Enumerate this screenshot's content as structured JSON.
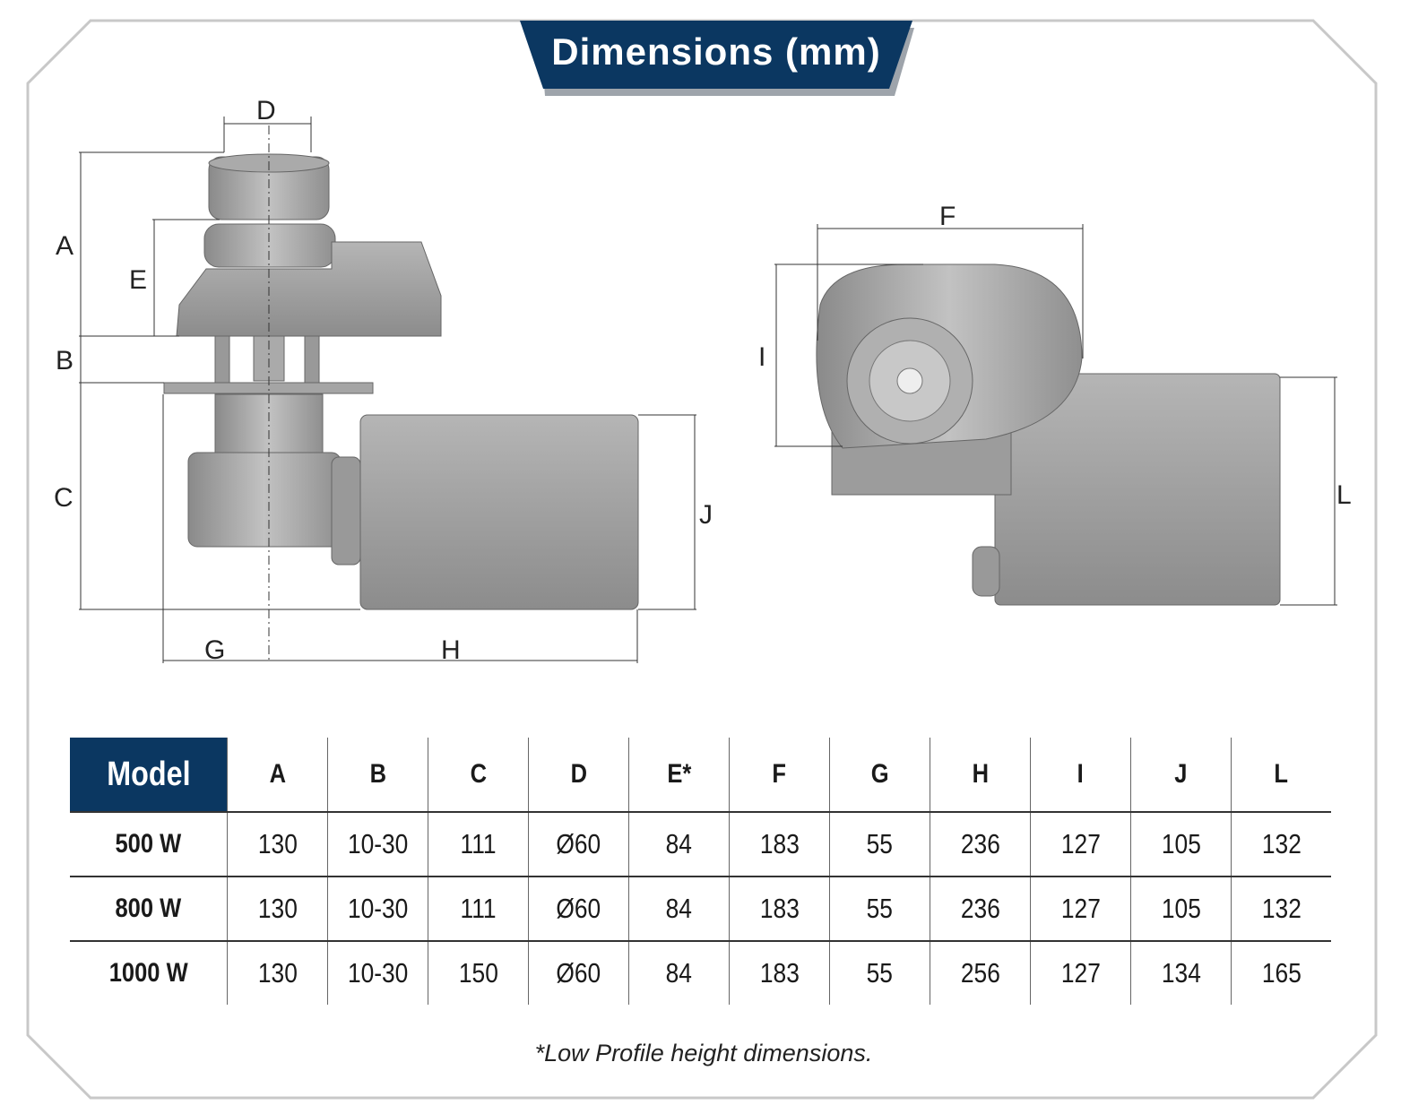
{
  "title": "Dimensions (mm)",
  "drawing_labels": {
    "A": "A",
    "B": "B",
    "C": "C",
    "D": "D",
    "E": "E",
    "F": "F",
    "G": "G",
    "H": "H",
    "I": "I",
    "J": "J",
    "L": "L"
  },
  "table": {
    "headers": [
      "Model",
      "A",
      "B",
      "C",
      "D",
      "E*",
      "F",
      "G",
      "H",
      "I",
      "J",
      "L"
    ],
    "rows": [
      [
        "500 W",
        "130",
        "10-30",
        "111",
        "Ø60",
        "84",
        "183",
        "55",
        "236",
        "127",
        "105",
        "132"
      ],
      [
        "800 W",
        "130",
        "10-30",
        "111",
        "Ø60",
        "84",
        "183",
        "55",
        "236",
        "127",
        "105",
        "132"
      ],
      [
        "1000 W",
        "130",
        "10-30",
        "150",
        "Ø60",
        "84",
        "183",
        "55",
        "256",
        "127",
        "134",
        "165"
      ]
    ]
  },
  "footnote": "*Low Profile height dimensions.",
  "colors": {
    "accent": "#0b3761",
    "frame": "#c8c8c8",
    "metal": "#9a9a9a"
  }
}
